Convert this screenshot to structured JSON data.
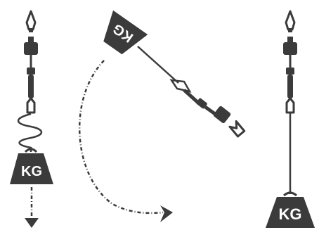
{
  "weights": {
    "left_label": "KG",
    "middle_label": "KG",
    "right_label": "KG"
  },
  "colors": {
    "device": "#3b3b3b",
    "background": "#ffffff",
    "text": "#ffffff"
  },
  "icons": {
    "drop_arrow": "dotted-down-arrow",
    "swing_arrow": "dotted-arc-arrow"
  }
}
